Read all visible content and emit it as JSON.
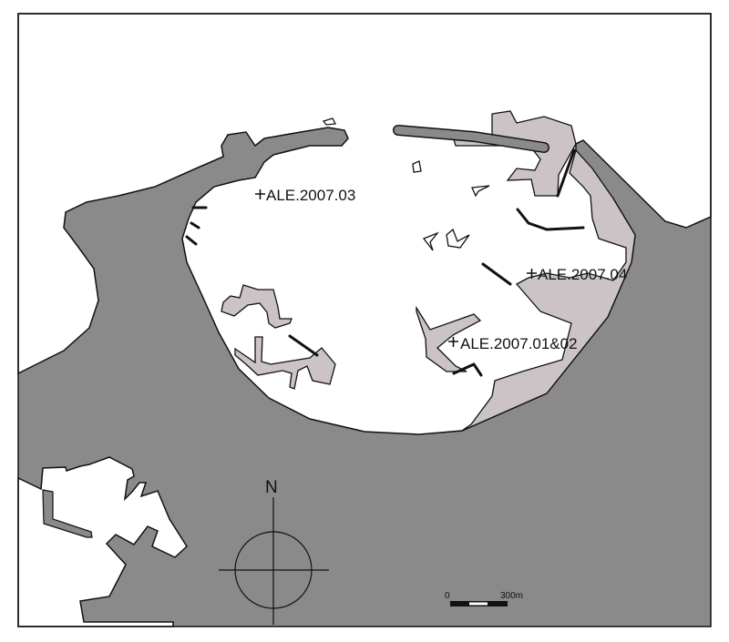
{
  "colors": {
    "land": "#8a8a8a",
    "water": "#ffffff",
    "lagoon": "#cbc3c5",
    "outline": "#111111"
  },
  "sites": [
    {
      "label": "ALE.2007.03"
    },
    {
      "label": "ALE.2007.04"
    },
    {
      "label": "ALE.2007.01&02"
    }
  ],
  "north_arrow": {
    "label": "N"
  },
  "scale_bar": {
    "start_label": "0",
    "end_label": "300m"
  }
}
